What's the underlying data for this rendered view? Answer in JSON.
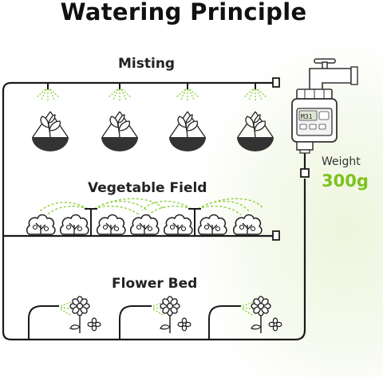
{
  "title": "Watering Principle",
  "sections": {
    "misting": "Misting",
    "vegetable_field": "Vegetable Field",
    "flower_bed": "Flower Bed"
  },
  "timer": {
    "screen_text": "M31"
  },
  "weight": {
    "label": "Weight",
    "value": "300g"
  },
  "colors": {
    "accent": "#7cc21e",
    "spray": "#8fd13f",
    "line": "#1a1a1a",
    "pot": "#333333"
  }
}
